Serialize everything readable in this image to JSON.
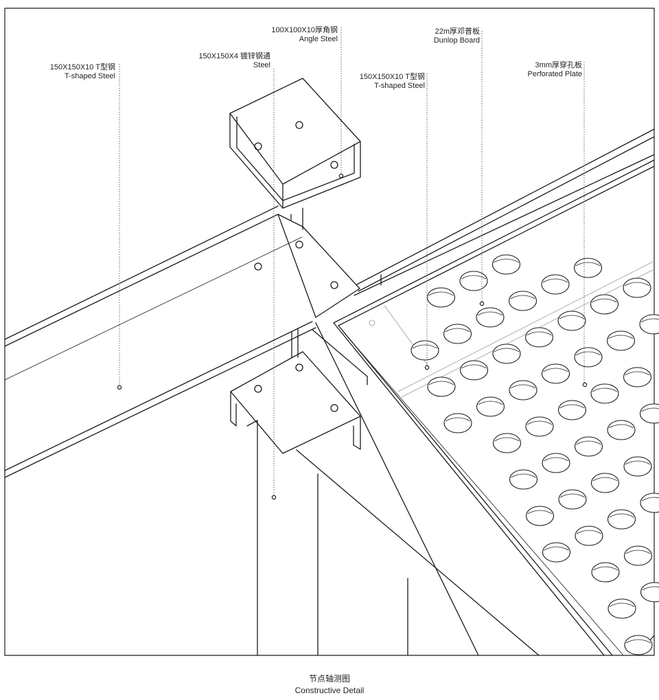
{
  "labels": [
    {
      "zh": "150X150X10 T型钢",
      "en": "T-shaped Steel"
    },
    {
      "zh": "150X150X4 镀锌钢通",
      "en": "Steel"
    },
    {
      "zh": "100X100X10厚角钢",
      "en": "Angle Steel"
    },
    {
      "zh": "150X150X10 T型钢",
      "en": "T-shaped Steel"
    },
    {
      "zh": "22m厚邓普板",
      "en": "Dunlop Board"
    },
    {
      "zh": "3mm厚穿孔板",
      "en": "Perforated Plate"
    }
  ],
  "caption": {
    "zh": "节点轴测图",
    "en": "Constructive Detail"
  },
  "colors": {
    "line": "#1a1a1a",
    "thin": "#9a9a9a",
    "leader": "#555555"
  }
}
